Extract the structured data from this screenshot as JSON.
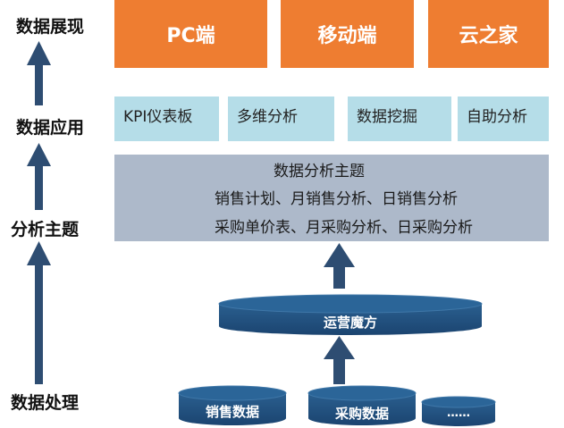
{
  "layers": {
    "presentation": "数据展现",
    "application": "数据应用",
    "analysis": "分析主题",
    "processing": "数据处理"
  },
  "presentation_boxes": [
    "PC端",
    "移动端",
    "云之家"
  ],
  "application_boxes": [
    "KPI仪表板",
    "多维分析",
    "数据挖掘",
    "自助分析"
  ],
  "analysis_theme": {
    "title": "数据分析主题",
    "line1": "销售计划、月销售分析、日销售分析",
    "line2": "采购单价表、月采购分析、日采购分析"
  },
  "hub": "运营魔方",
  "sources": [
    "销售数据",
    "采购数据",
    "……"
  ],
  "colors": {
    "orange": "#ee7d31",
    "light_blue": "#b5dde8",
    "gray_blue": "#adb9ca",
    "dark_blue": "#1f4e79",
    "arrow": "#2e4d72"
  }
}
